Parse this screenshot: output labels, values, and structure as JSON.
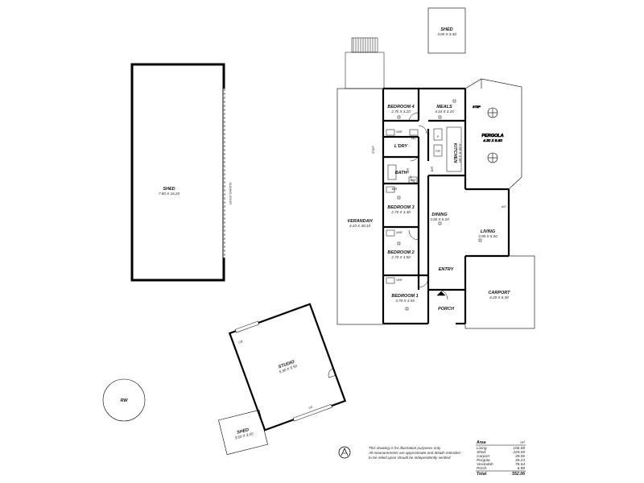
{
  "rooms": {
    "shed_large": {
      "name": "SHED",
      "dims": "7.80 X 16.20"
    },
    "sliding_door": "SLIDING DOOR",
    "shed_top": {
      "name": "SHED",
      "dims": "3.00 X 3.40"
    },
    "bedroom4": {
      "name": "BEDROOM 4",
      "dims": "2.70 X 3.20"
    },
    "meals": {
      "name": "MEALS",
      "dims": "4.10 X 3.10"
    },
    "pergola": {
      "name": "PERGOLA",
      "dims": "4.30 X 8.60"
    },
    "ldry": {
      "name": "L'DRY"
    },
    "kitchen": {
      "name": "KITCHEN",
      "dims": "3.50 X 2.00"
    },
    "bath": {
      "name": "BATH"
    },
    "wir": "WIR",
    "bedroom3": {
      "name": "BEDROOM 3",
      "dims": "2.70 X 3.40"
    },
    "dining": {
      "name": "DINING",
      "dims": "3.00 X 6.20"
    },
    "verandah": {
      "name": "VERANDAH",
      "dims": "4.20 X 30.10"
    },
    "living": {
      "name": "LIVING",
      "dims": "3.90 X 5.50"
    },
    "bedroom2": {
      "name": "BEDROOM 2",
      "dims": "2.70 X 3.50"
    },
    "entry": {
      "name": "ENTRY"
    },
    "carport": {
      "name": "CARPORT",
      "dims": "6.20 X 6.30"
    },
    "bedroom1": {
      "name": "BEDROOM 1",
      "dims": "3.70 X 3.55"
    },
    "porch": {
      "name": "PORCH"
    },
    "studio": {
      "name": "STUDIO",
      "dims": "5.30 X 6.50"
    },
    "rw": "RW",
    "shed_small": {
      "name": "SHED",
      "dims": "3.60 X 3.00"
    }
  },
  "fixtures": {
    "step": "STEP",
    "br": "B/R",
    "wc": "WC",
    "p": "P",
    "fr": "F/R",
    "ac": "A/C",
    "ss": "SS",
    "cb": "CB"
  },
  "disclaimer": [
    "This drawing is for illustration purposes only.",
    "All measurements are approximate and details intended",
    "to be relied upon should be independently verified."
  ],
  "area_table": {
    "header": "Area",
    "unit": "m²",
    "rows": [
      {
        "label": "Living",
        "value": "156.68"
      },
      {
        "label": "Shed",
        "value": "229.55"
      },
      {
        "label": "Carport",
        "value": "39.06"
      },
      {
        "label": "Pergola",
        "value": "39.23"
      },
      {
        "label": "Verandah",
        "value": "78.54"
      },
      {
        "label": "Porch",
        "value": "6.98"
      }
    ],
    "total_label": "Total",
    "total_value": "552.06"
  }
}
